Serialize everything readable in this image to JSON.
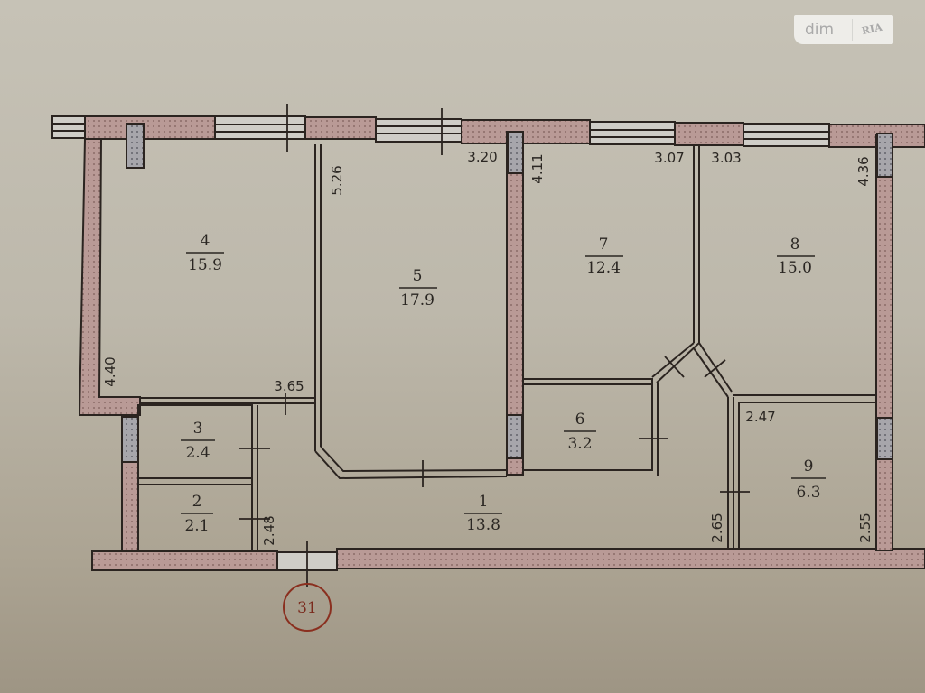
{
  "watermark": {
    "brand_left": "dim",
    "brand_right": "RIA"
  },
  "plan": {
    "colors": {
      "wall_fill": "#b99a96",
      "wall_dots": "#8c6a66",
      "vent_fill": "#a9a8ad",
      "line": "#2b2420",
      "window_fill": "#cfcdc7",
      "axis_marker": "#8a2f1f"
    },
    "rooms": [
      {
        "number": "1",
        "area": "13.8"
      },
      {
        "number": "2",
        "area": "2.1"
      },
      {
        "number": "3",
        "area": "2.4"
      },
      {
        "number": "4",
        "area": "15.9"
      },
      {
        "number": "5",
        "area": "17.9"
      },
      {
        "number": "6",
        "area": "3.2"
      },
      {
        "number": "7",
        "area": "12.4"
      },
      {
        "number": "8",
        "area": "15.0"
      },
      {
        "number": "9",
        "area": "6.3"
      }
    ],
    "dimensions": {
      "d_5_26": "5.26",
      "d_3_20": "3.20",
      "d_4_11": "4.11",
      "d_3_07": "3.07",
      "d_3_03": "3.03",
      "d_4_36": "4.36",
      "d_4_40": "4.40",
      "d_3_65": "3.65",
      "d_2_48": "2.48",
      "d_2_47": "2.47",
      "d_2_65": "2.65",
      "d_2_55": "2.55"
    },
    "axis_marker": "31"
  }
}
